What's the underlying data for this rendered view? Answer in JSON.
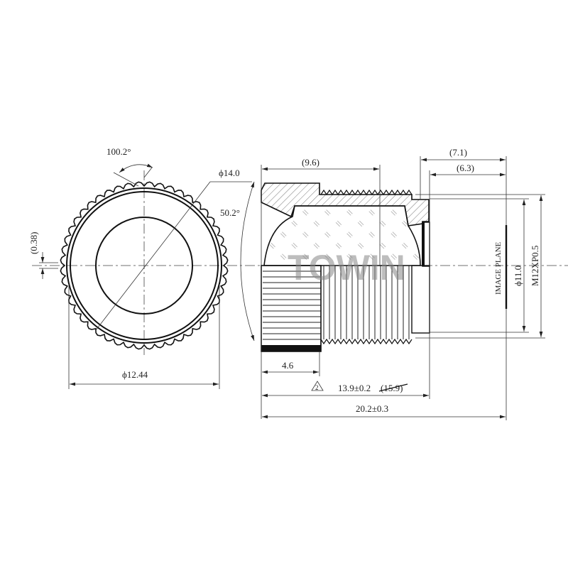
{
  "front_view": {
    "angle_top": "100.2°",
    "diameter_outer": "ϕ14.0",
    "offset": "(0.38)",
    "diameter_knurl": "ϕ12.44"
  },
  "side_view": {
    "angle_fov": "50.2°",
    "length_front": "(9.6)",
    "back_focal": "(7.1)",
    "flange_to_plane": "(6.3)",
    "knurl_length": "4.6",
    "revision_mark": "2",
    "body_length": "13.9±0.2",
    "body_length_old": "(15.9)",
    "total_length": "20.2±0.3",
    "image_plane_label": "IMAGE PLANE",
    "diameter_inner": "ϕ11.0",
    "thread_spec": "M12XP0.5"
  },
  "watermark": "TOWIN"
}
